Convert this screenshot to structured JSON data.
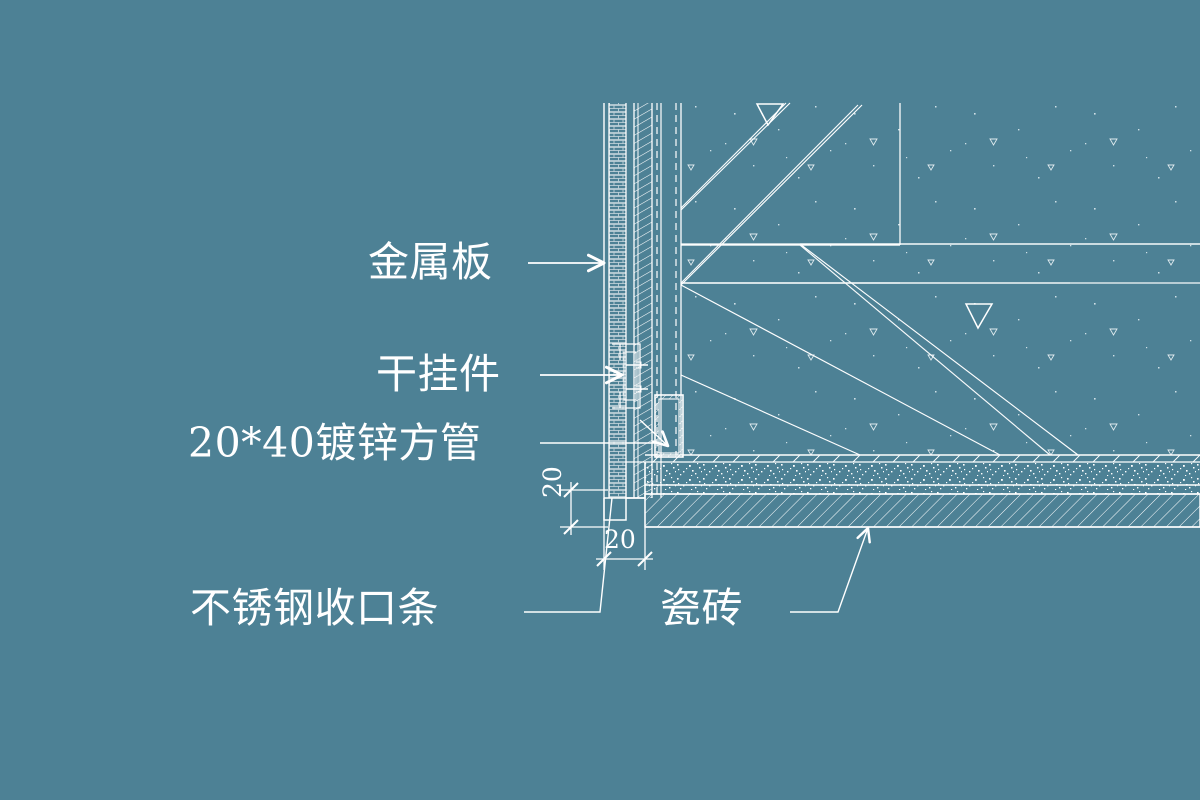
{
  "drawing": {
    "title": "Metal panel wall base to tile floor detail",
    "background_color": "#4d8195",
    "line_color": "#ffffff",
    "type": "cad-section-detail"
  },
  "labels": {
    "metal_panel": "金属板",
    "dry_hanger": "干挂件",
    "galv_square_tube": "20*40镀锌方管",
    "stainless_trim": "不锈钢收口条",
    "tile": "瓷砖"
  },
  "dimensions": {
    "vertical": "20",
    "horizontal": "20"
  },
  "leaders": {
    "metal_panel_arrow": "arrow-right-icon",
    "dry_hanger_arrow": "arrow-right-icon",
    "galv_tube_arrow": "arrow-right-icon",
    "stainless_trim_leader": "leader-line-icon",
    "tile_leader": "leader-line-icon"
  },
  "hatches": {
    "wall_masonry": "brick-hatch",
    "insulation": "diagonal-hatch",
    "concrete_slab": "diagonal-hatch",
    "mortar_bed": "speckle-hatch",
    "concrete_body": "concrete-delta-hatch"
  }
}
